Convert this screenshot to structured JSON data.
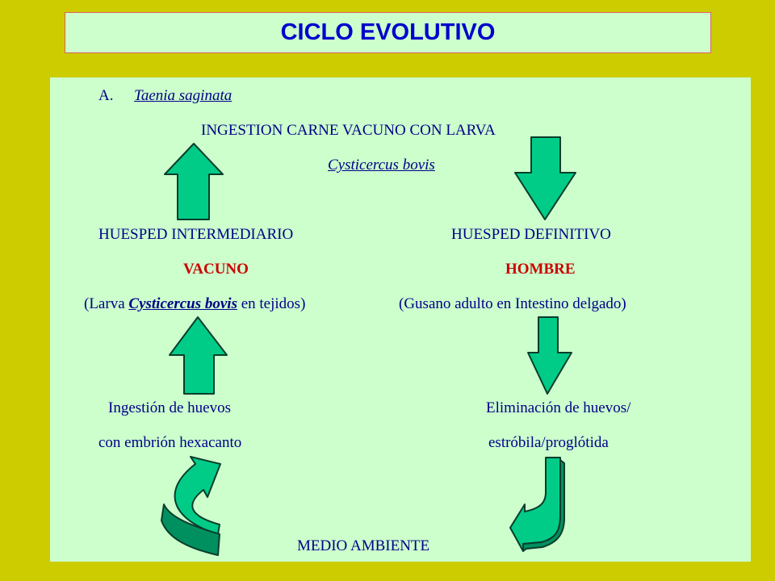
{
  "title": "CICLO EVOLUTIVO",
  "section": {
    "marker": "A.",
    "species": "Taenia saginata"
  },
  "top": {
    "ingestion": "INGESTION CARNE VACUNO  CON LARVA",
    "larva": "Cysticercus bovis"
  },
  "left_host": {
    "label": "HUESPED INTERMEDIARIO",
    "host": "VACUNO",
    "detail_prefix": "(Larva ",
    "detail_species": "Cysticercus bovis",
    "detail_suffix": " en tejidos)"
  },
  "right_host": {
    "label": "HUESPED DEFINITIVO",
    "host": "HOMBRE",
    "detail": "(Gusano adulto en Intestino delgado)"
  },
  "left_step": {
    "line1": "Ingestión de huevos",
    "line2": "con embrión hexacanto"
  },
  "right_step": {
    "line1": "Eliminación de huevos/",
    "line2": "estróbila/proglótida"
  },
  "bottom": "MEDIO AMBIENTE",
  "colors": {
    "background": "#cccc00",
    "panel": "#ccffcc",
    "text": "#000088",
    "title": "#0000cc",
    "host": "#cc0000",
    "arrow_fill": "#00cc88",
    "arrow_stroke": "#0a3d2a"
  }
}
